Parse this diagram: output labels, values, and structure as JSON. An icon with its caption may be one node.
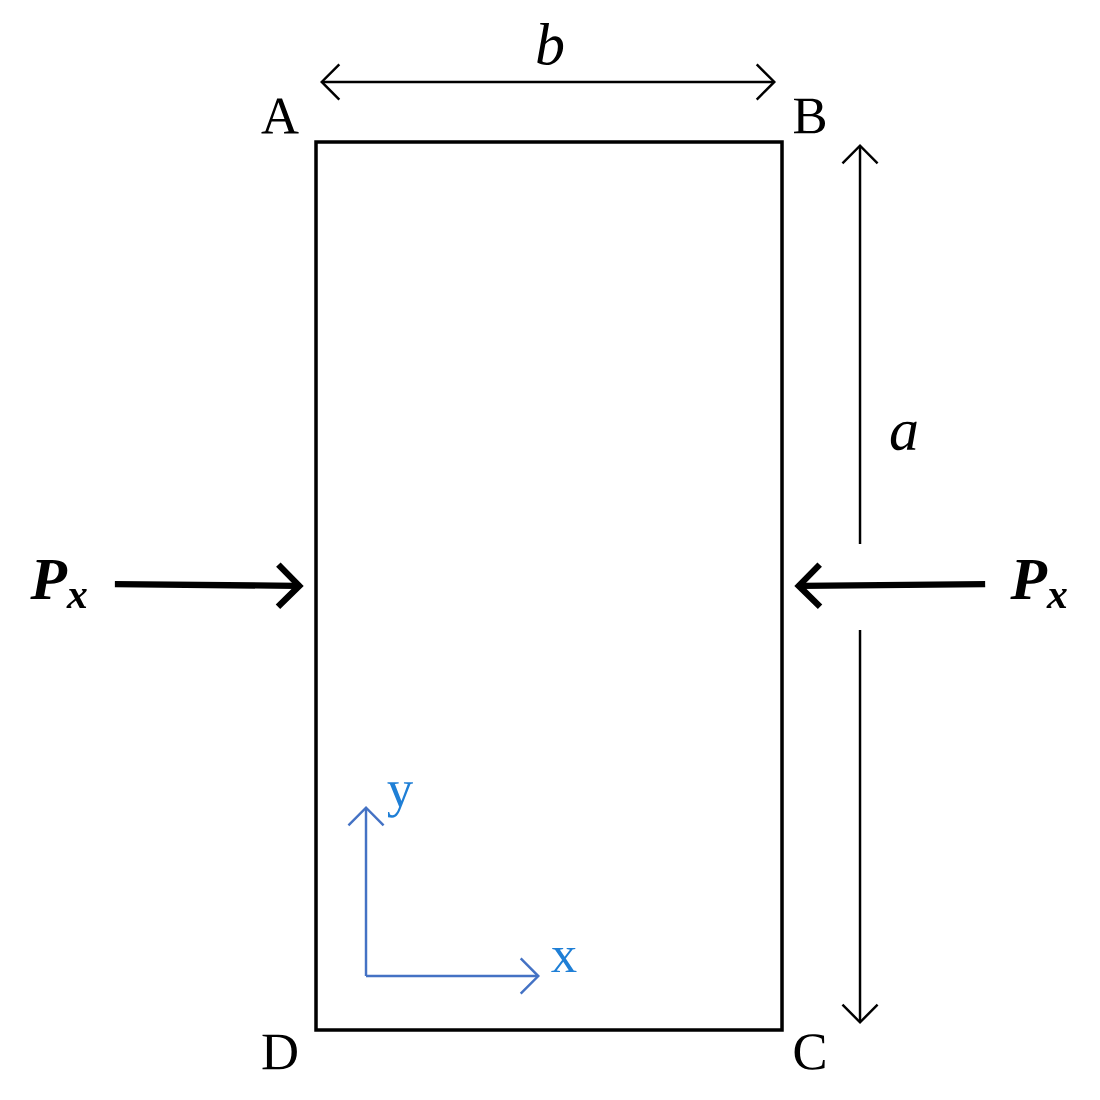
{
  "diagram": {
    "nodes": [
      {
        "text": [],
        "shape": "box"
      },
      {
        "text": [
          "P$_{x}$"
        ]
      },
      {
        "text": [
          "P$_{x}$"
        ]
      }
    ],
    "edges": [
      {
        "from": 1,
        "to": 0,
        "arrow": "to"
      },
      {
        "from": 2,
        "to": 0,
        "arrow": "to"
      }
    ],
    "labels": [
      "b",
      "A",
      "B",
      "a",
      "y",
      "x",
      "D",
      "C"
    ]
  }
}
